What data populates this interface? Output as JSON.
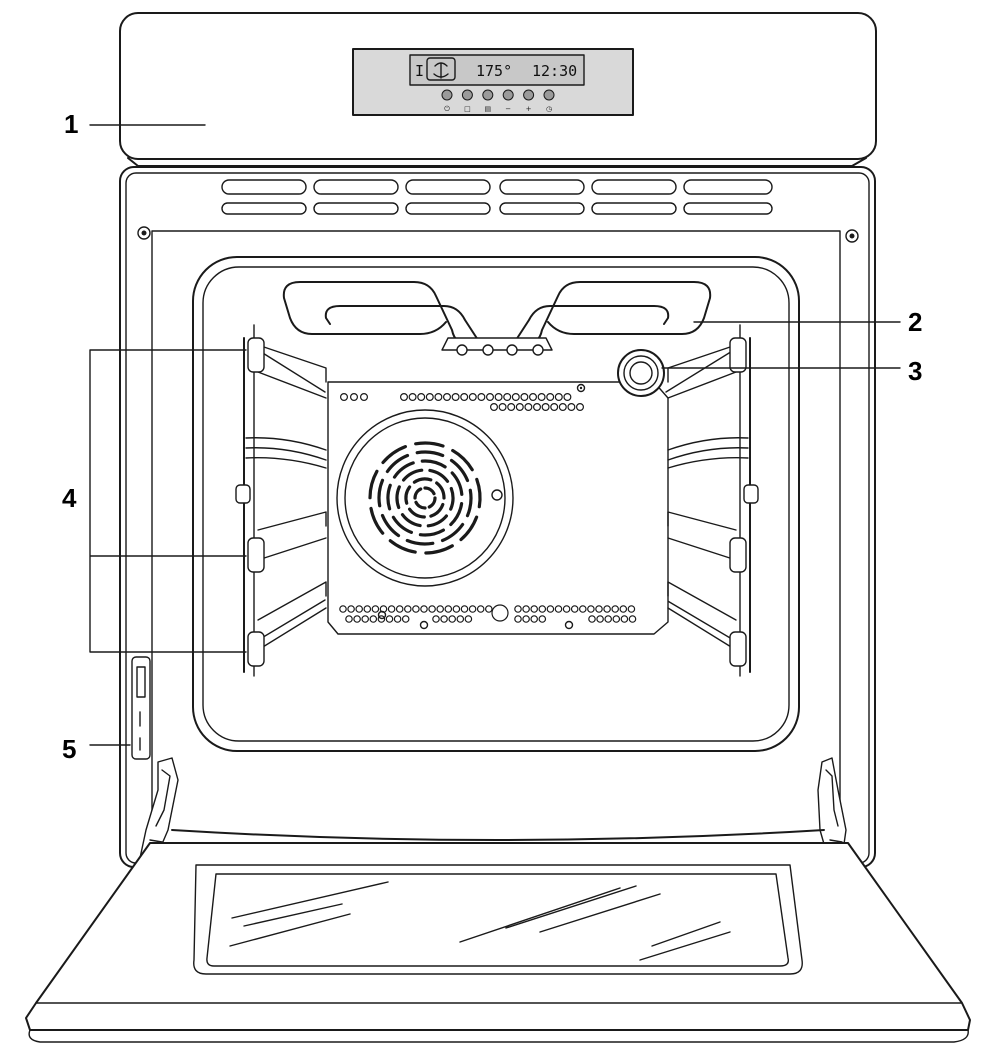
{
  "display": {
    "mode_glyph": "I",
    "temperature": "175°",
    "time": "12:30",
    "button_count": 6,
    "button_symbols": [
      "⏻",
      "□",
      "▤",
      "−",
      "+",
      "◷"
    ]
  },
  "callouts": [
    {
      "number": "1",
      "part": "control panel"
    },
    {
      "number": "2",
      "part": "grill element"
    },
    {
      "number": "3",
      "part": "oven light"
    },
    {
      "number": "4",
      "part": "shelf runners"
    },
    {
      "number": "5",
      "part": "door switch"
    }
  ],
  "colors": {
    "line": "#1a1a1a",
    "panel": "#dcdcdc",
    "fill": "#ffffff"
  }
}
